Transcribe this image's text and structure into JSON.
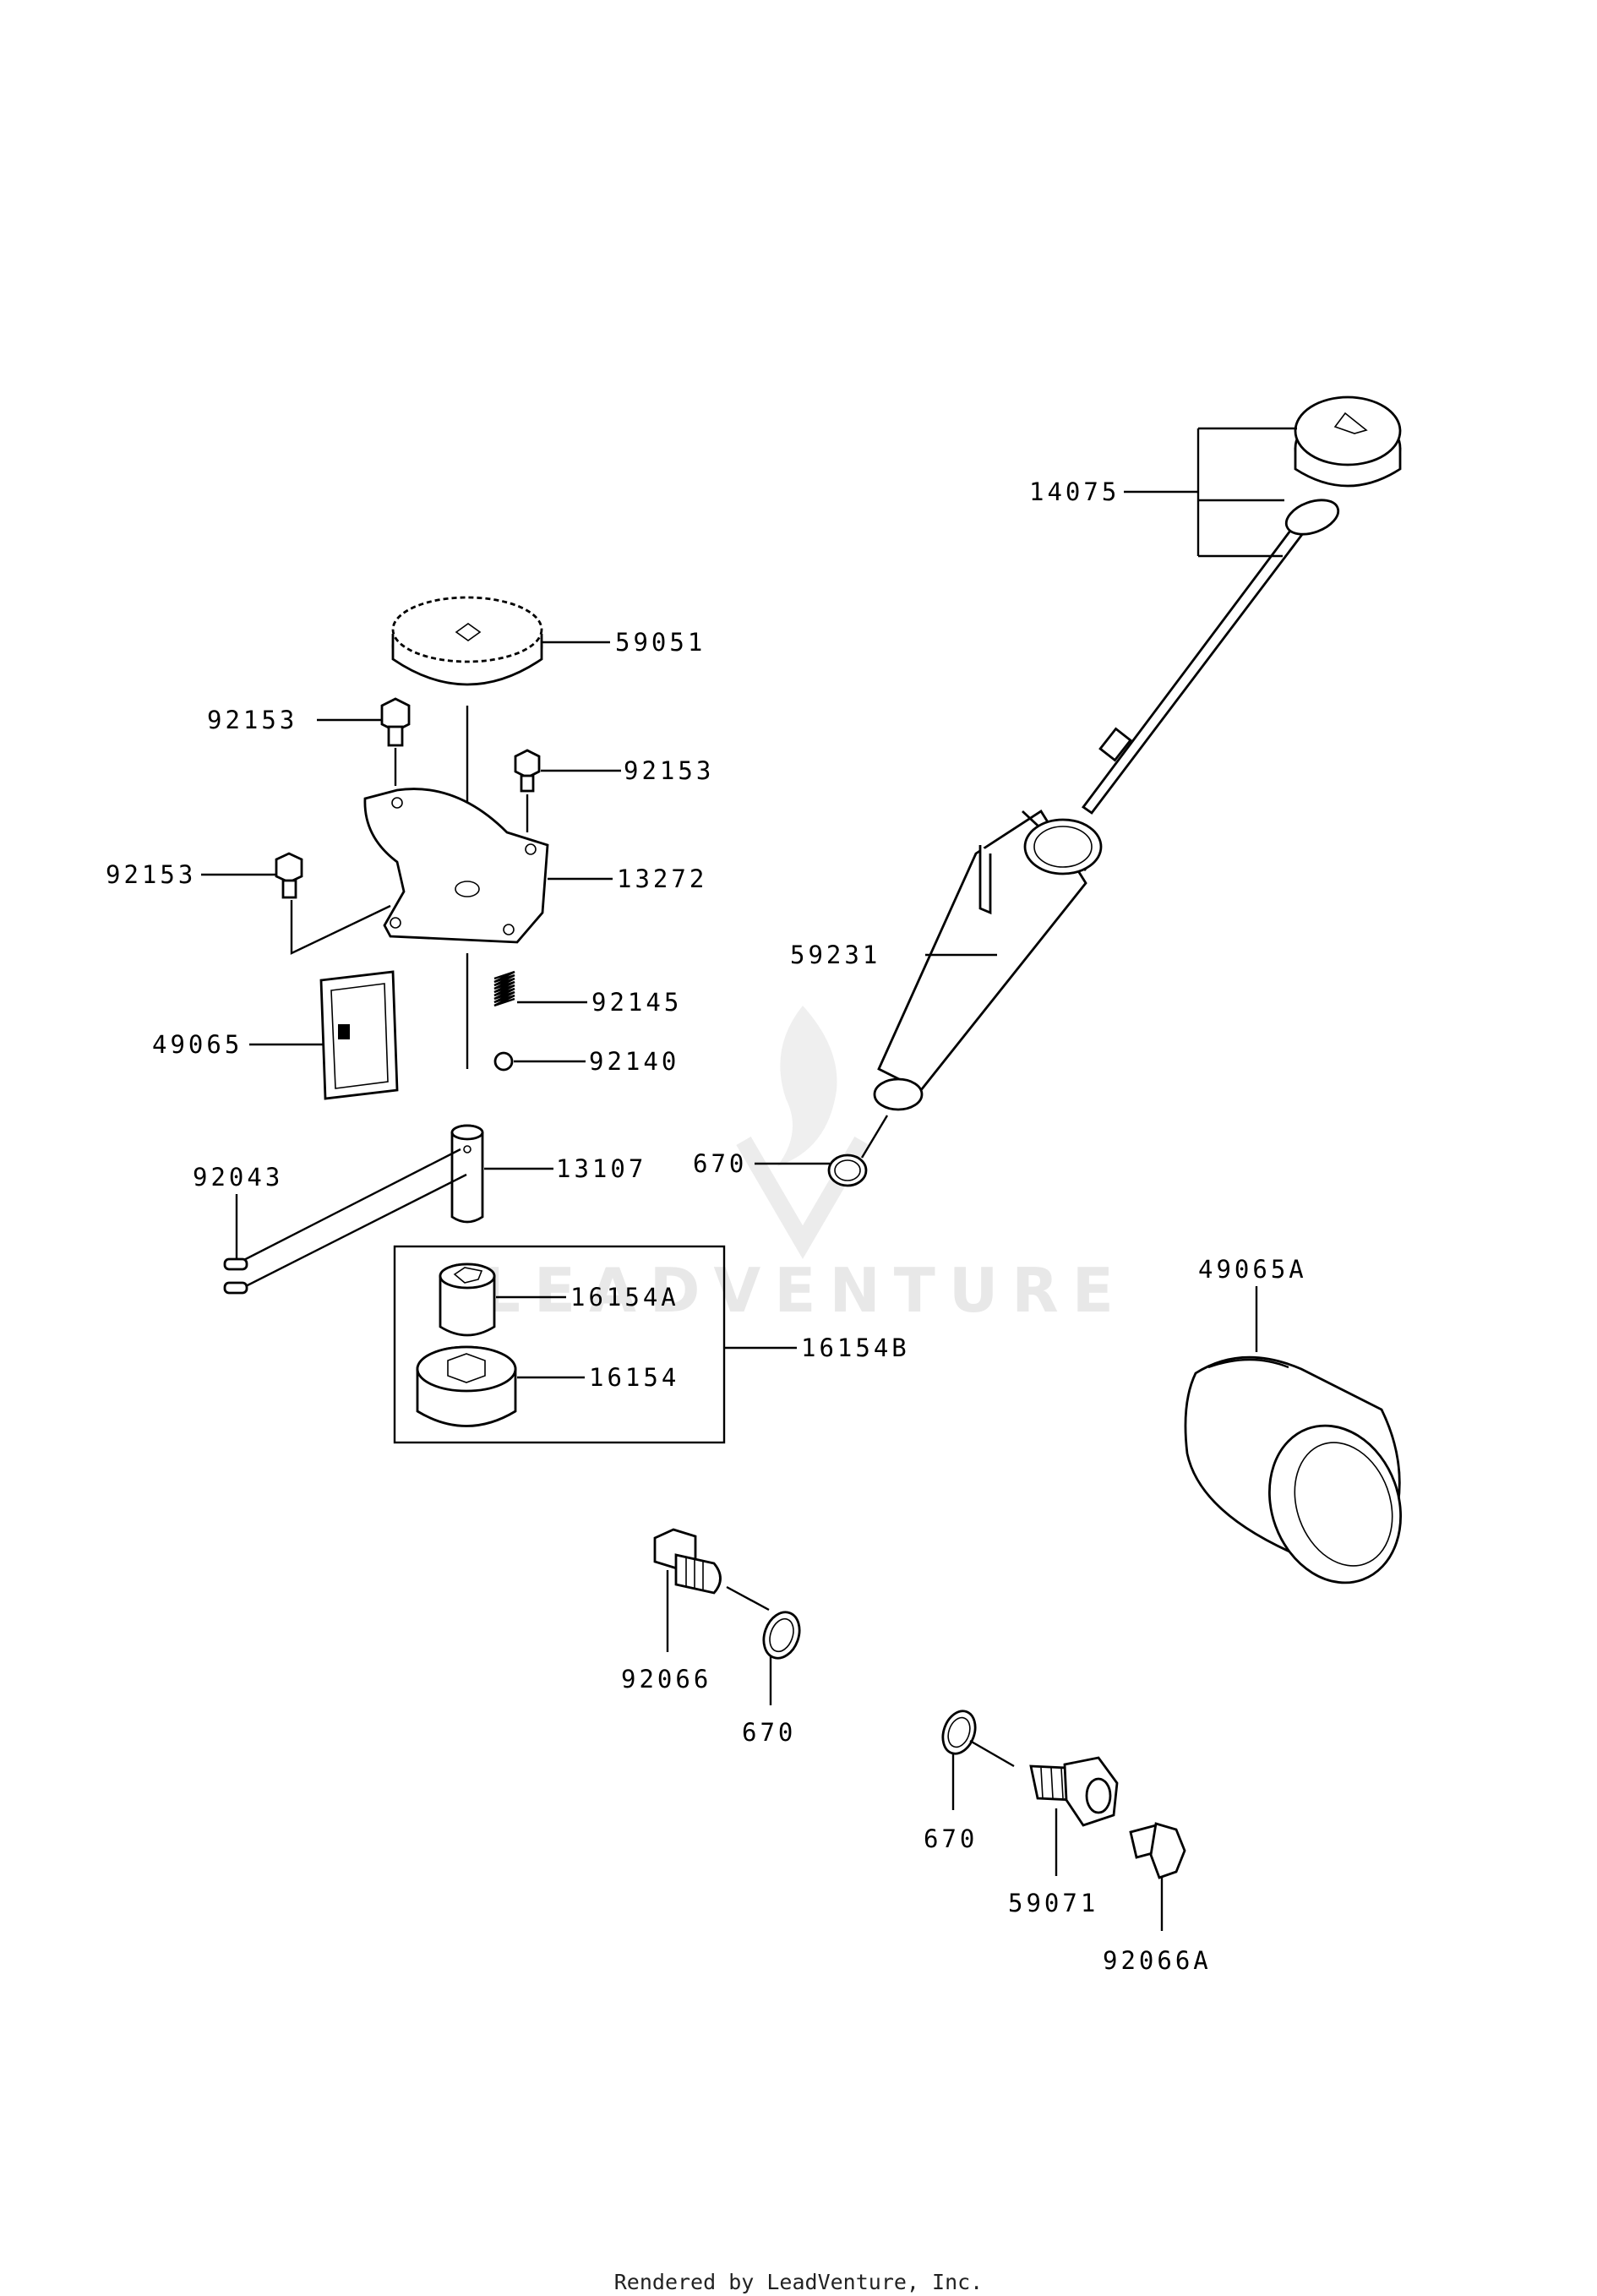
{
  "labels": {
    "p14075": "14075",
    "p59051": "59051",
    "p92153_a": "92153",
    "p92153_b": "92153",
    "p92153_c": "92153",
    "p13272": "13272",
    "p59231": "59231",
    "p92145": "92145",
    "p49065": "49065",
    "p92140": "92140",
    "p670_a": "670",
    "p92043": "92043",
    "p13107": "13107",
    "p16154A": "16154A",
    "p49065A": "49065A",
    "p16154B": "16154B",
    "p16154": "16154",
    "p92066": "92066",
    "p670_b": "670",
    "p670_c": "670",
    "p59071": "59071",
    "p92066A": "92066A"
  },
  "watermark": "LEADVENTURE",
  "footer": "Rendered by LeadVenture, Inc."
}
